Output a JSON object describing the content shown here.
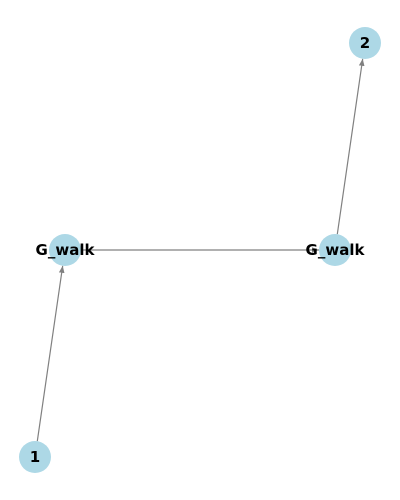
{
  "colors": {
    "node_fill": "#add8e6",
    "edge": "#808080",
    "label": "#000000"
  },
  "nodes": [
    {
      "id": "n1",
      "label": "1"
    },
    {
      "id": "n2",
      "label": "2"
    },
    {
      "id": "gw_left",
      "label": "G_walk"
    },
    {
      "id": "gw_right",
      "label": "G_walk"
    }
  ],
  "edges": [
    {
      "from": "n1",
      "to": "gw_left"
    },
    {
      "from": "gw_left",
      "to": "gw_right"
    },
    {
      "from": "gw_right",
      "to": "n2"
    }
  ]
}
